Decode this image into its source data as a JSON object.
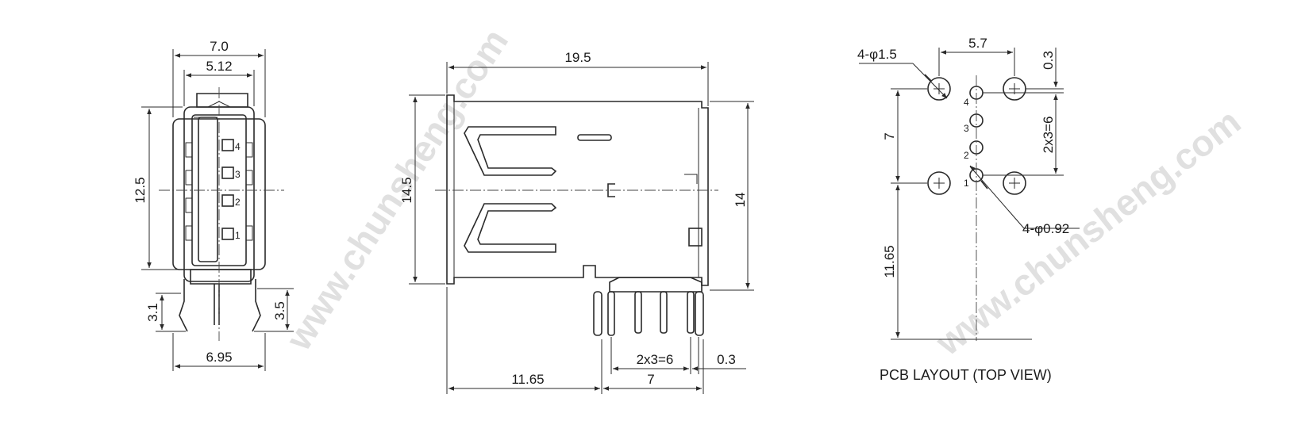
{
  "watermark": "www.chunsheng.com",
  "front_view": {
    "dims": {
      "overall_width": "7.0",
      "opening_width": "5.12",
      "height": "12.5",
      "leg_left": "3.1",
      "leg_right": "3.5",
      "bottom_width": "6.95"
    },
    "pins": [
      "4",
      "3",
      "2",
      "1"
    ]
  },
  "side_view": {
    "dims": {
      "length": "19.5",
      "height_left": "14.5",
      "height_right": "14",
      "pin_pitch": "2x3=6",
      "pin_offset": "0.3",
      "bottom_left": "11.65",
      "bottom_right": "7"
    }
  },
  "pcb_view": {
    "title": "PCB LAYOUT (TOP VIEW)",
    "dims": {
      "big_holes": "4-φ1.5",
      "small_holes": "4-φ0.92",
      "top_spacing": "5.7",
      "top_offset": "0.3",
      "pitch": "2x3=6",
      "vertical": "7",
      "lower": "11.65"
    },
    "pins": [
      "4",
      "3",
      "2",
      "1"
    ]
  }
}
